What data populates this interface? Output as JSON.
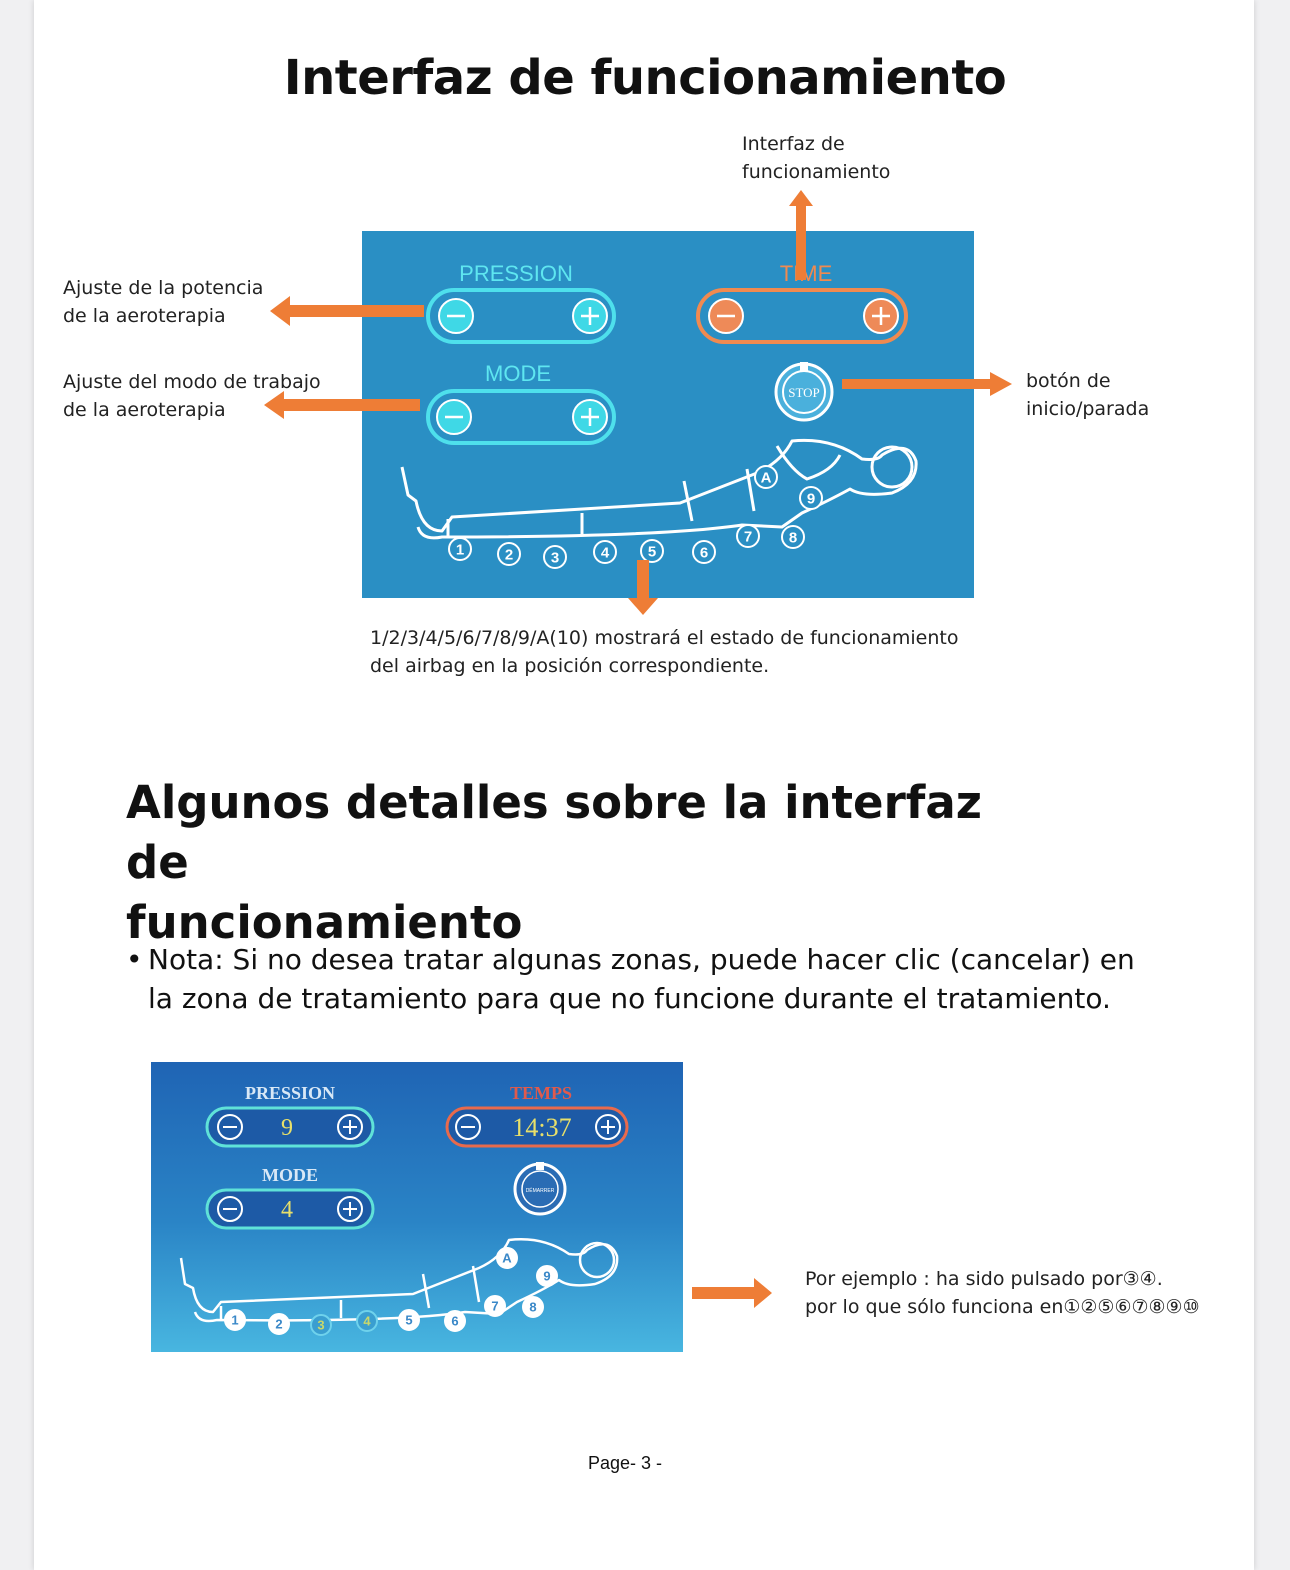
{
  "title": "Interfaz de funcionamiento",
  "callouts": {
    "top": [
      "Interfaz de",
      "funcionamiento"
    ],
    "pression": [
      "Ajuste de la potencia",
      "de la aeroterapia"
    ],
    "mode": [
      "Ajuste del modo de trabajo",
      "de la aeroterapia"
    ],
    "stop": [
      "botón de",
      "inicio/parada"
    ],
    "airbag": [
      "1/2/3/4/5/6/7/8/9/A(10) mostrará el estado de funcionamiento",
      "del airbag en la posición correspondiente."
    ]
  },
  "panel1": {
    "pression_label": "PRESSION",
    "time_label": "TIME",
    "mode_label": "MODE",
    "stop_label": "STOP",
    "zone_labels": [
      "1",
      "2",
      "3",
      "4",
      "5",
      "6",
      "7",
      "8",
      "9",
      "A"
    ]
  },
  "section2": {
    "heading_line1": "Algunos detalles sobre la interfaz de",
    "heading_line2": "funcionamiento",
    "bullet": "•",
    "note": "Nota: Si no desea tratar algunas zonas, puede hacer clic (cancelar) en la zona de tratamiento para que no funcione durante el tratamiento."
  },
  "panel2": {
    "pression_label": "PRESSION",
    "pression_value": "9",
    "temps_label": "TEMPS",
    "temps_value": "14:37",
    "mode_label": "MODE",
    "mode_value": "4",
    "start_label": "DÉMARRER",
    "zone_labels": [
      "1",
      "2",
      "3",
      "4",
      "5",
      "6",
      "7",
      "8",
      "9",
      "A"
    ]
  },
  "example": {
    "line1": "Por ejemplo : ha sido pulsado por③④.",
    "line2": "por lo que sólo funciona en①②⑤⑥⑦⑧⑨⑩"
  },
  "footer": {
    "page": "Page- 3 -"
  },
  "colors": {
    "panel_blue": "#2a8fc4",
    "cyan": "#3fd8e6",
    "orange": "#ee7d36",
    "arrow": "#ee7d36"
  }
}
